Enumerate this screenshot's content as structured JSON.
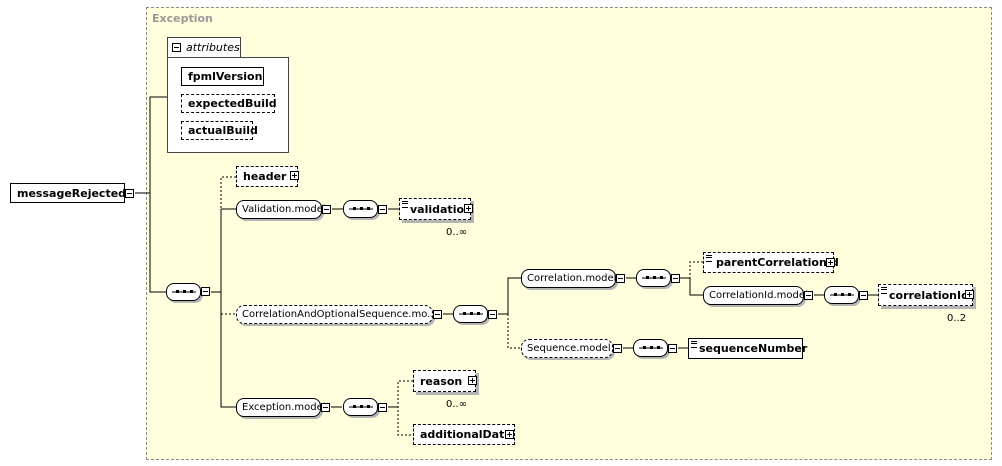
{
  "type_name": "Exception",
  "root": {
    "label": "messageRejected"
  },
  "attributes": {
    "group_label": "attributes",
    "items": [
      "fpmlVersion",
      "expectedBuild",
      "actualBuild"
    ]
  },
  "elements": {
    "header": "header",
    "validation_model": "Validation.model",
    "validation": "validation",
    "validation_occ": "0..∞",
    "corr_seq_model": "CorrelationAndOptionalSequence.mo...",
    "correlation_model": "Correlation.model",
    "parent_correlation_id": "parentCorrelationId",
    "correlation_id_model": "CorrelationId.model",
    "correlation_id": "correlationId",
    "correlation_id_occ": "0..2",
    "sequence_model": "Sequence.model",
    "sequence_number": "sequenceNumber",
    "exception_model": "Exception.model",
    "reason": "reason",
    "reason_occ": "0..∞",
    "additional_data": "additionalData"
  },
  "icons": {
    "collapse": "minus-box-icon",
    "expand": "plus-box-icon",
    "sequence": "sequence-compositor-icon",
    "documentation": "documentation-icon"
  },
  "colors": {
    "type_background": "#ffffdd",
    "type_border": "#8a8a8a",
    "type_label": "#9a9a9a",
    "shadow": "#b5b5b5"
  }
}
